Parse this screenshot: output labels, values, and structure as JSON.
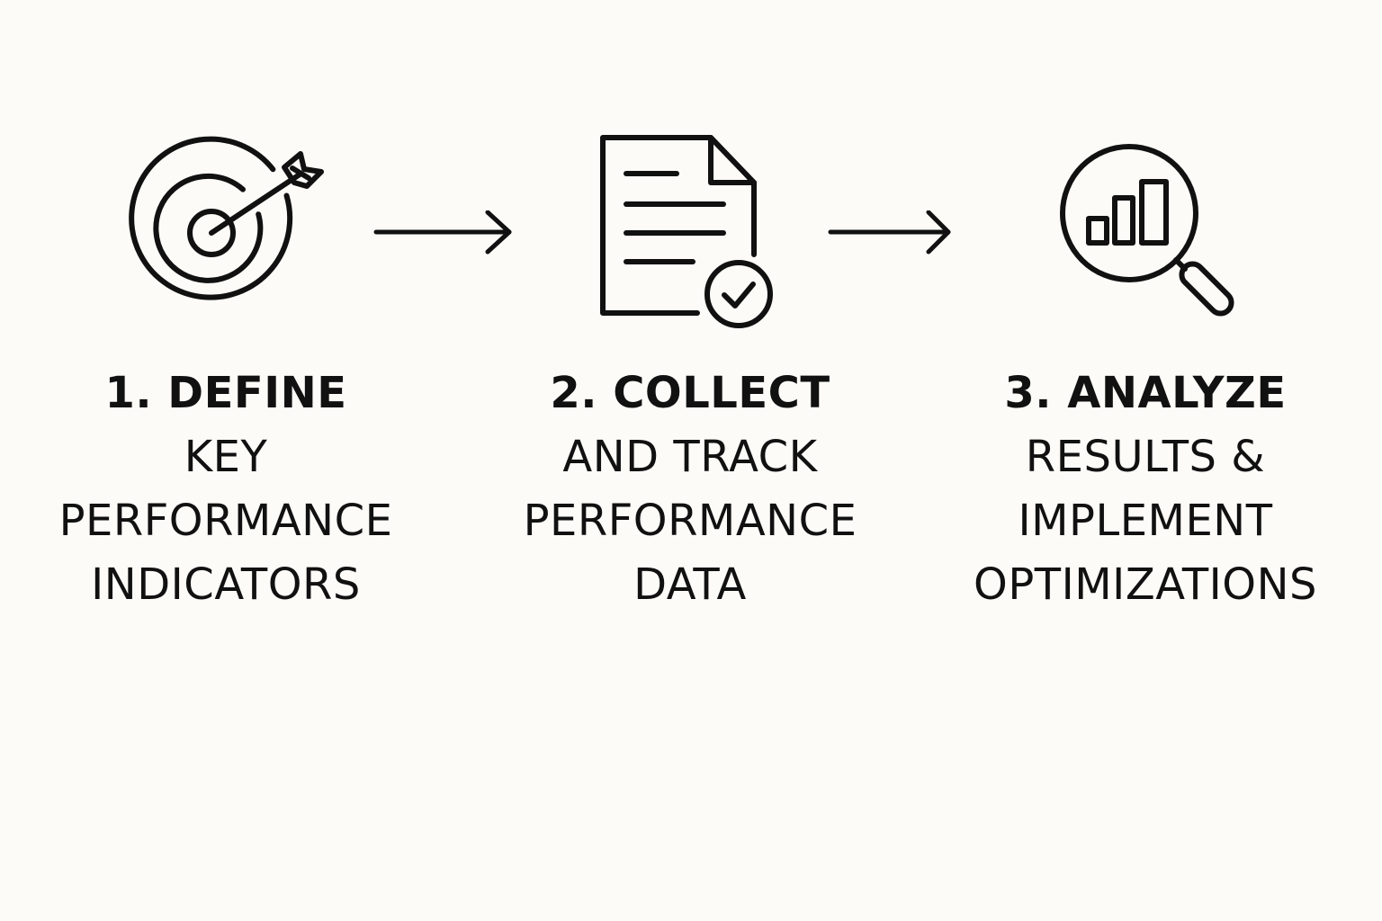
{
  "background_color": "#fcfbf8",
  "ink_color": "#111111",
  "steps": [
    {
      "icon": "target-arrow-icon",
      "title": "1. DEFINE",
      "lines": [
        "KEY",
        "PERFORMANCE",
        "INDICATORS"
      ]
    },
    {
      "icon": "document-check-icon",
      "title": "2. COLLECT",
      "lines": [
        "AND TRACK",
        "PERFORMANCE",
        "DATA"
      ]
    },
    {
      "icon": "magnifier-chart-icon",
      "title": "3. ANALYZE",
      "lines": [
        "RESULTS &",
        "IMPLEMENT",
        "OPTIMIZATIONS"
      ]
    }
  ],
  "connectors": [
    "right-arrow-icon",
    "right-arrow-icon"
  ]
}
